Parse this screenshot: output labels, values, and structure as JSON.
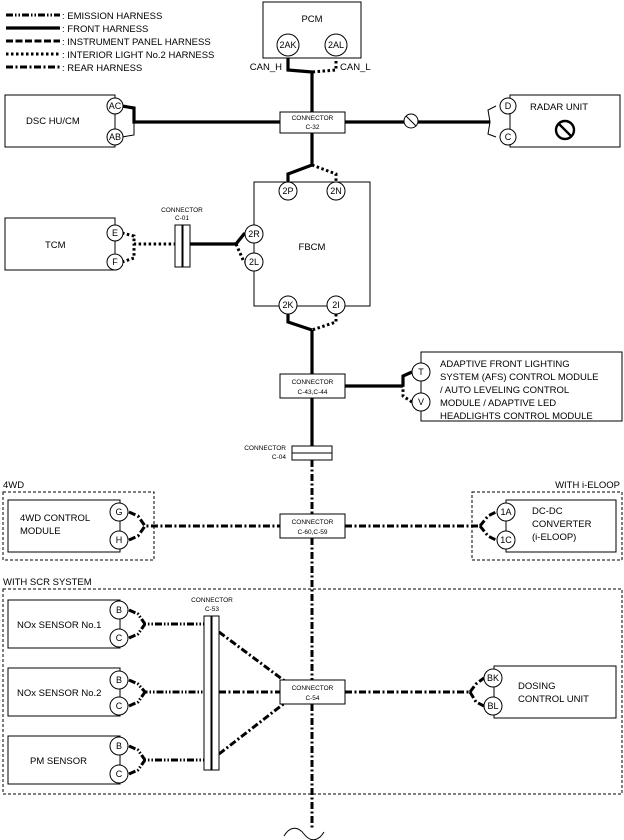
{
  "legend": [
    {
      "label": ": EMISSION HARNESS",
      "style": "emission"
    },
    {
      "label": ": FRONT HARNESS",
      "style": "front"
    },
    {
      "label": ": INSTRUMENT PANEL HARNESS",
      "style": "instrument"
    },
    {
      "label": ": INTERIOR LIGHT No.2 HARNESS",
      "style": "interior"
    },
    {
      "label": ": REAR HARNESS",
      "style": "rear"
    }
  ],
  "modules": {
    "pcm": {
      "name": "PCM",
      "pins": [
        "2AK",
        "2AL"
      ]
    },
    "can_h": "CAN_H",
    "can_l": "CAN_L",
    "dsc": {
      "name": "DSC HU/CM",
      "pins": [
        "AC",
        "AB"
      ]
    },
    "radar": {
      "name": "RADAR UNIT",
      "pins": [
        "D",
        "C"
      ]
    },
    "tcm": {
      "name": "TCM",
      "pins": [
        "E",
        "F"
      ]
    },
    "fbcm": {
      "name": "FBCM",
      "pins": [
        "2P",
        "2N",
        "2R",
        "2L",
        "2K",
        "2I"
      ]
    },
    "afs": {
      "lines": [
        "ADAPTIVE FRONT LIGHTING",
        "SYSTEM (AFS) CONTROL MODULE",
        "/ AUTO LEVELING CONTROL",
        "MODULE / ADAPTIVE LED",
        "HEADLIGHTS CONTROL MODULE"
      ],
      "pins": [
        "T",
        "V"
      ]
    },
    "fwd": {
      "lines": [
        "4WD CONTROL",
        "MODULE"
      ],
      "pins": [
        "G",
        "H"
      ]
    },
    "dcdc": {
      "lines": [
        "DC-DC",
        "CONVERTER",
        "(i-ELOOP)"
      ],
      "pins": [
        "1A",
        "1C"
      ]
    },
    "nox1": {
      "name": "NOx SENSOR No.1",
      "pins": [
        "B",
        "C"
      ]
    },
    "nox2": {
      "name": "NOx SENSOR No.2",
      "pins": [
        "B",
        "C"
      ]
    },
    "pm": {
      "name": "PM SENSOR",
      "pins": [
        "B",
        "C"
      ]
    },
    "dosing": {
      "lines": [
        "DOSING",
        "CONTROL UNIT"
      ],
      "pins": [
        "BK",
        "BL"
      ]
    }
  },
  "connectors": {
    "c32": [
      "CONNECTOR",
      "C-32"
    ],
    "c01": [
      "CONNECTOR",
      "C-01"
    ],
    "c43": [
      "CONNECTOR",
      "C-43,C-44"
    ],
    "c04": [
      "CONNECTOR",
      "C-04"
    ],
    "c60": [
      "CONNECTOR",
      "C-60,C-59"
    ],
    "c53": [
      "CONNECTOR",
      "C-53"
    ],
    "c54": [
      "CONNECTOR",
      "C-54"
    ]
  },
  "groups": {
    "fwd_label": "4WD",
    "eloop_label": "WITH i-ELOOP",
    "scr_label": "WITH SCR SYSTEM"
  }
}
